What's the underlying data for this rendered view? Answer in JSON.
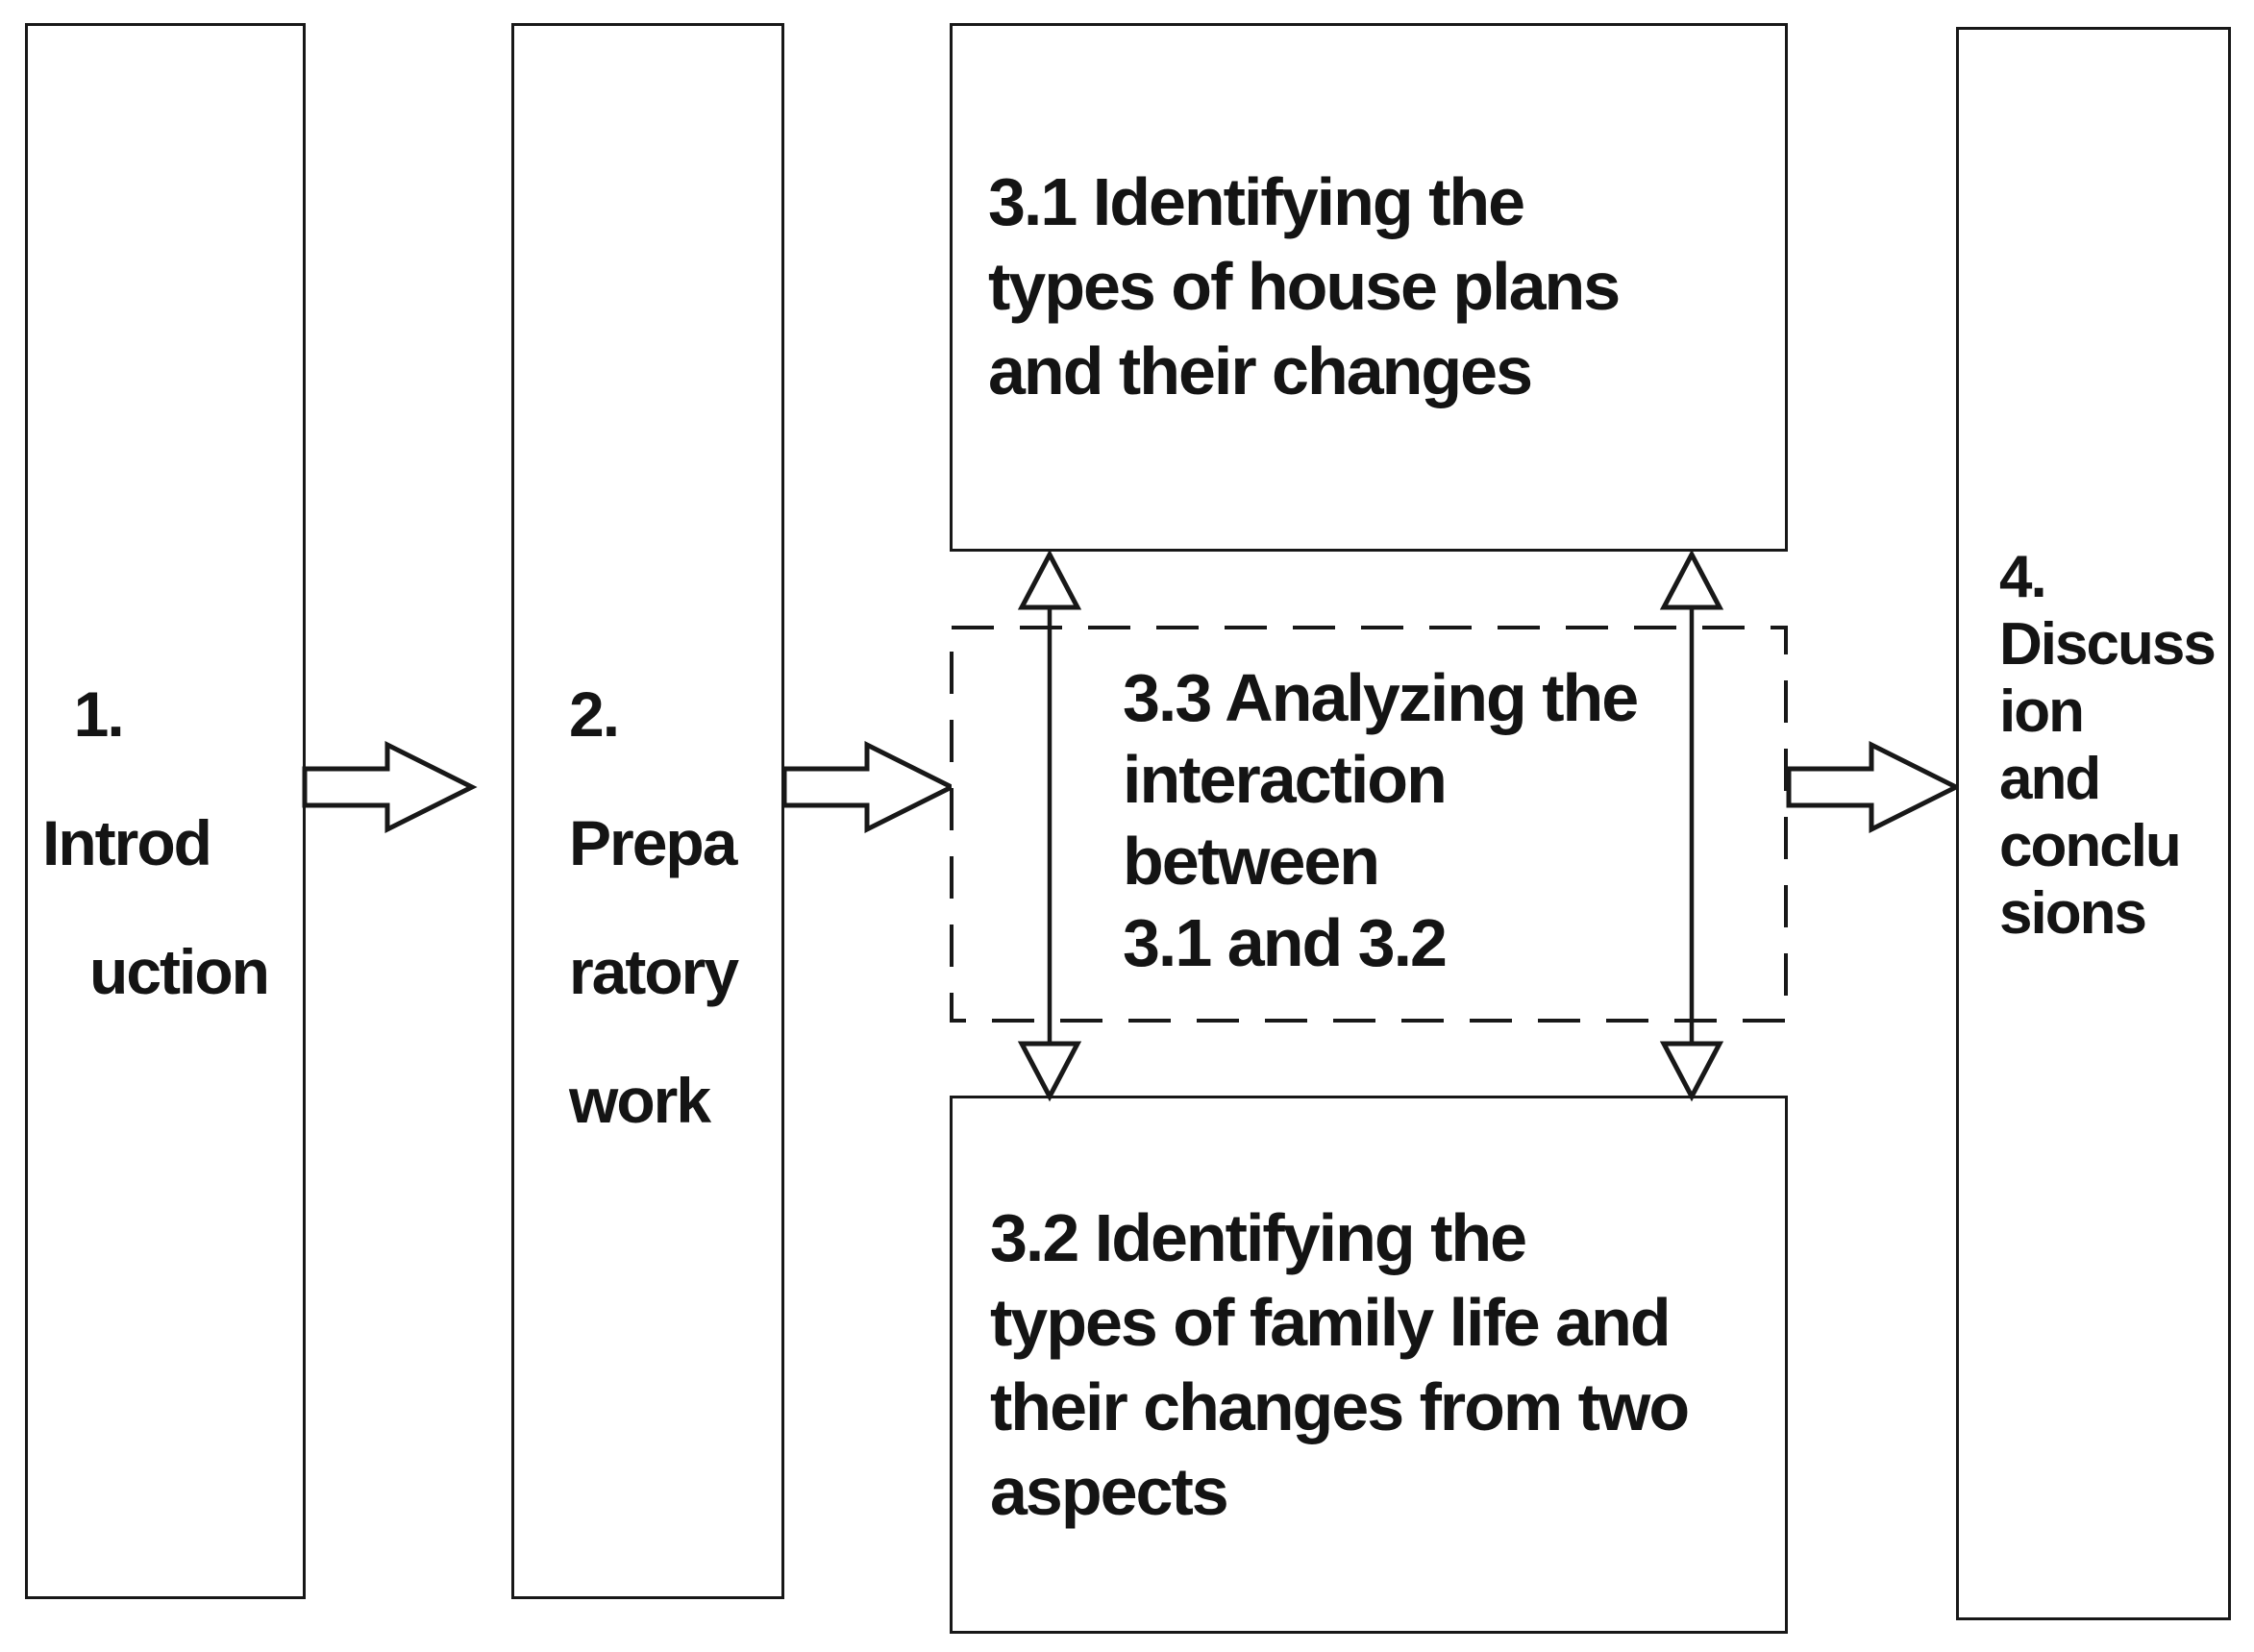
{
  "figure": {
    "title": "Research workflow flowchart",
    "background": "#ffffff",
    "line_color": "#181818",
    "boxes": {
      "introduction": {
        "label": "  1.\nIntrod\n   uction"
      },
      "preparatory": {
        "label": "2.\nPrepa\nratory\nwork"
      },
      "house_plans": {
        "label": "3.1 Identifying the\ntypes of house plans\nand their changes"
      },
      "interaction": {
        "label": "3.3 Analyzing the\ninteraction\nbetween\n3.1 and 3.2"
      },
      "family_life": {
        "label": "3.2 Identifying the\ntypes of family life and\ntheir changes from two\naspects"
      },
      "discussion": {
        "label": "4.\nDiscuss\nion\nand\nconclu\nsions"
      }
    },
    "connectors": [
      {
        "name": "arrow-introduction-to-preparatory",
        "type": "hollow-arrow-right"
      },
      {
        "name": "arrow-preparatory-to-analysis",
        "type": "hollow-arrow-right"
      },
      {
        "name": "arrow-analysis-to-discussion",
        "type": "hollow-arrow-right"
      },
      {
        "name": "double-arrow-left",
        "type": "double-headed-vertical"
      },
      {
        "name": "double-arrow-right",
        "type": "double-headed-vertical"
      }
    ]
  }
}
